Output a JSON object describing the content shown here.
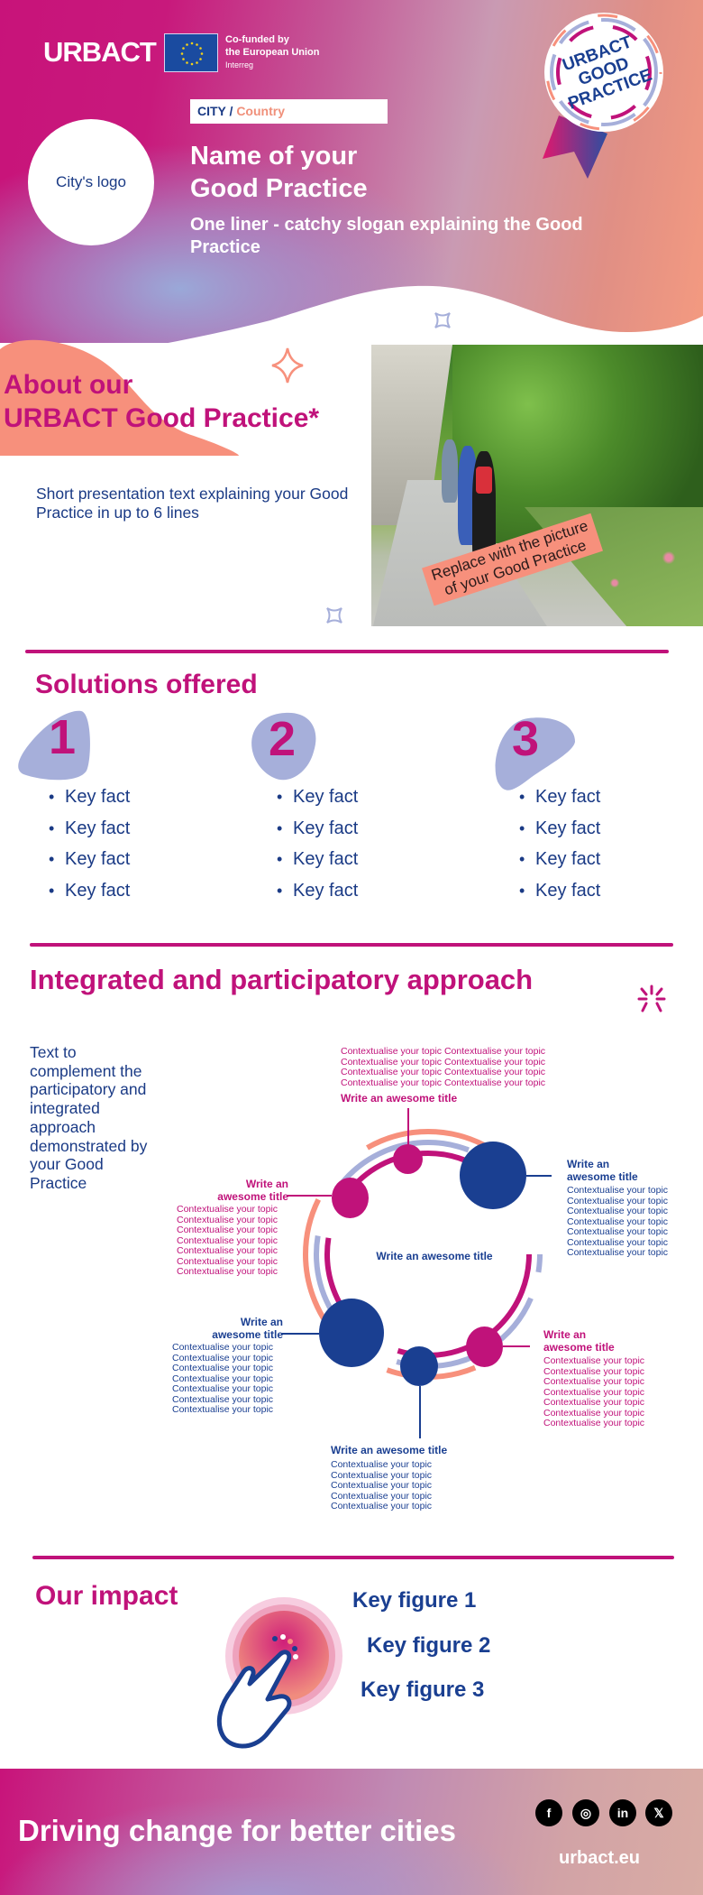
{
  "header": {
    "brand_logo": "URBACT",
    "eu_funding": {
      "line1": "Co-funded by",
      "line2": "the European Union",
      "line3": "Interreg"
    },
    "location": {
      "city": "CITY",
      "separator": " / ",
      "country": "Country"
    },
    "city_logo_placeholder": "City's logo",
    "practice_name_line1": "Name of your",
    "practice_name_line2": "Good Practice",
    "slogan": "One liner - catchy slogan explaining the Good Practice",
    "badge": {
      "line1": "URBACT",
      "line2": "GOOD",
      "line3": "PRACTICE"
    }
  },
  "about": {
    "title_line1": "About our",
    "title_line2": "URBACT Good Practice*",
    "text": "Short presentation text explaining your Good Practice in up to 6 lines",
    "photo_label_line1": "Replace with the picture",
    "photo_label_line2": "of your Good Practice"
  },
  "solutions": {
    "title": "Solutions offered",
    "columns": [
      {
        "number": "1",
        "facts": [
          "Key fact",
          "Key fact",
          "Key fact",
          "Key fact"
        ]
      },
      {
        "number": "2",
        "facts": [
          "Key fact",
          "Key fact",
          "Key fact",
          "Key fact"
        ]
      },
      {
        "number": "3",
        "facts": [
          "Key fact",
          "Key fact",
          "Key fact",
          "Key fact"
        ]
      }
    ]
  },
  "integrated": {
    "title": "Integrated and participatory approach",
    "text": "Text to complement the participatory and integrated approach demonstrated by your Good Practice",
    "center_title": "Write an awesome title",
    "nodes": [
      {
        "position": "top",
        "title": "Write an awesome title",
        "lines": [
          "Contextualise your topic Contextualise your topic",
          "Contextualise your topic Contextualise your topic",
          "Contextualise your topic Contextualise your topic",
          "Contextualise your topic Contextualise your topic"
        ]
      },
      {
        "position": "upper-left",
        "title_line1": "Write an",
        "title_line2": "awesome title",
        "lines": [
          "Contextualise your topic",
          "Contextualise your topic",
          "Contextualise your topic",
          "Contextualise your topic",
          "Contextualise your topic",
          "Contextualise your topic",
          "Contextualise your topic"
        ]
      },
      {
        "position": "upper-right",
        "title_line1": "Write an",
        "title_line2": "awesome title",
        "lines": [
          "Contextualise your topic",
          "Contextualise your topic",
          "Contextualise your topic",
          "Contextualise your topic",
          "Contextualise your topic",
          "Contextualise your topic",
          "Contextualise your topic"
        ]
      },
      {
        "position": "lower-left",
        "title_line1": "Write an",
        "title_line2": "awesome title",
        "lines": [
          "Contextualise your topic",
          "Contextualise your topic",
          "Contextualise your topic",
          "Contextualise your topic",
          "Contextualise your topic",
          "Contextualise your topic",
          "Contextualise your topic"
        ]
      },
      {
        "position": "lower-right",
        "title_line1": "Write an",
        "title_line2": "awesome title",
        "lines": [
          "Contextualise your topic",
          "Contextualise your topic",
          "Contextualise your topic",
          "Contextualise your topic",
          "Contextualise your topic",
          "Contextualise your topic",
          "Contextualise your topic"
        ]
      },
      {
        "position": "bottom",
        "title": "Write an awesome title",
        "lines": [
          "Contextualise your topic",
          "Contextualise your topic",
          "Contextualise your topic",
          "Contextualise your topic",
          "Contextualise your topic"
        ]
      }
    ]
  },
  "impact": {
    "title": "Our impact",
    "figures": [
      "Key figure 1",
      "Key figure 2",
      "Key figure 3"
    ]
  },
  "footer": {
    "slogan": "Driving change for better cities",
    "url": "urbact.eu",
    "social": [
      {
        "name": "facebook",
        "glyph": "f"
      },
      {
        "name": "instagram",
        "glyph": "◎"
      },
      {
        "name": "linkedin",
        "glyph": "in"
      },
      {
        "name": "x",
        "glyph": "𝕏"
      }
    ]
  },
  "colors": {
    "magenta": "#c0127a",
    "navy": "#1a3f91",
    "salmon": "#f7907c",
    "lavender": "#a6afda"
  }
}
